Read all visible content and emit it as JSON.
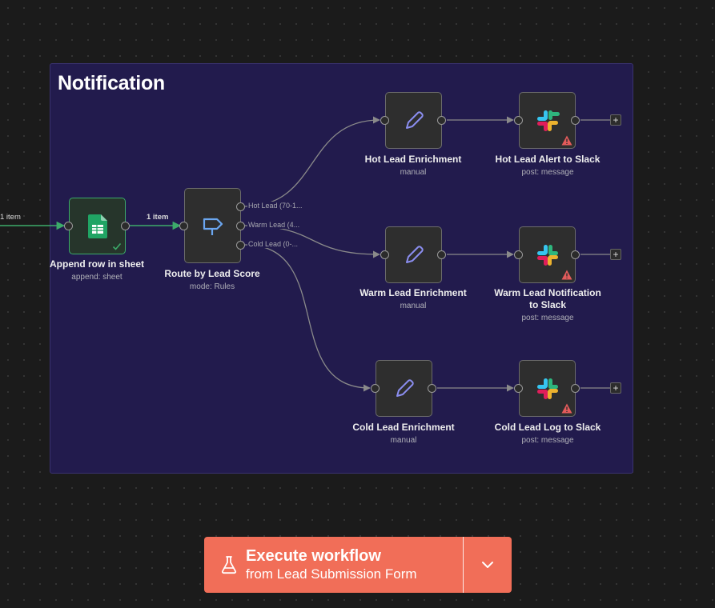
{
  "sticky": {
    "title": "Notification"
  },
  "incoming": {
    "label": "1 item"
  },
  "nodes": {
    "append_row": {
      "name": "Append row in sheet",
      "subtitle": "append: sheet",
      "icon": "google-sheets-icon"
    },
    "route": {
      "name": "Route by Lead Score",
      "subtitle": "mode: Rules",
      "icon": "signpost-icon",
      "outputs": [
        "Hot Lead (70-1...",
        "Warm Lead (4...",
        "Cold Lead (0-..."
      ]
    },
    "hot_enrich": {
      "name": "Hot Lead Enrichment",
      "subtitle": "manual",
      "icon": "pencil-icon"
    },
    "warm_enrich": {
      "name": "Warm Lead Enrichment",
      "subtitle": "manual",
      "icon": "pencil-icon"
    },
    "cold_enrich": {
      "name": "Cold Lead Enrichment",
      "subtitle": "manual",
      "icon": "pencil-icon"
    },
    "hot_slack": {
      "name": "Hot Lead Alert to Slack",
      "subtitle": "post: message",
      "icon": "slack-icon"
    },
    "warm_slack": {
      "name_line1": "Warm Lead Notification",
      "name_line2": "to Slack",
      "subtitle": "post: message",
      "icon": "slack-icon"
    },
    "cold_slack": {
      "name": "Cold Lead Log to Slack",
      "subtitle": "post: message",
      "icon": "slack-icon"
    }
  },
  "edges": {
    "append_to_route": "1 item"
  },
  "execute": {
    "title": "Execute workflow",
    "subtitle": "from Lead Submission Form",
    "icon": "flask-icon"
  },
  "colors": {
    "accent": "#f16e58",
    "sticky_bg": "#221b4d",
    "success": "#3cab6a",
    "warning": "#e35b5b"
  }
}
